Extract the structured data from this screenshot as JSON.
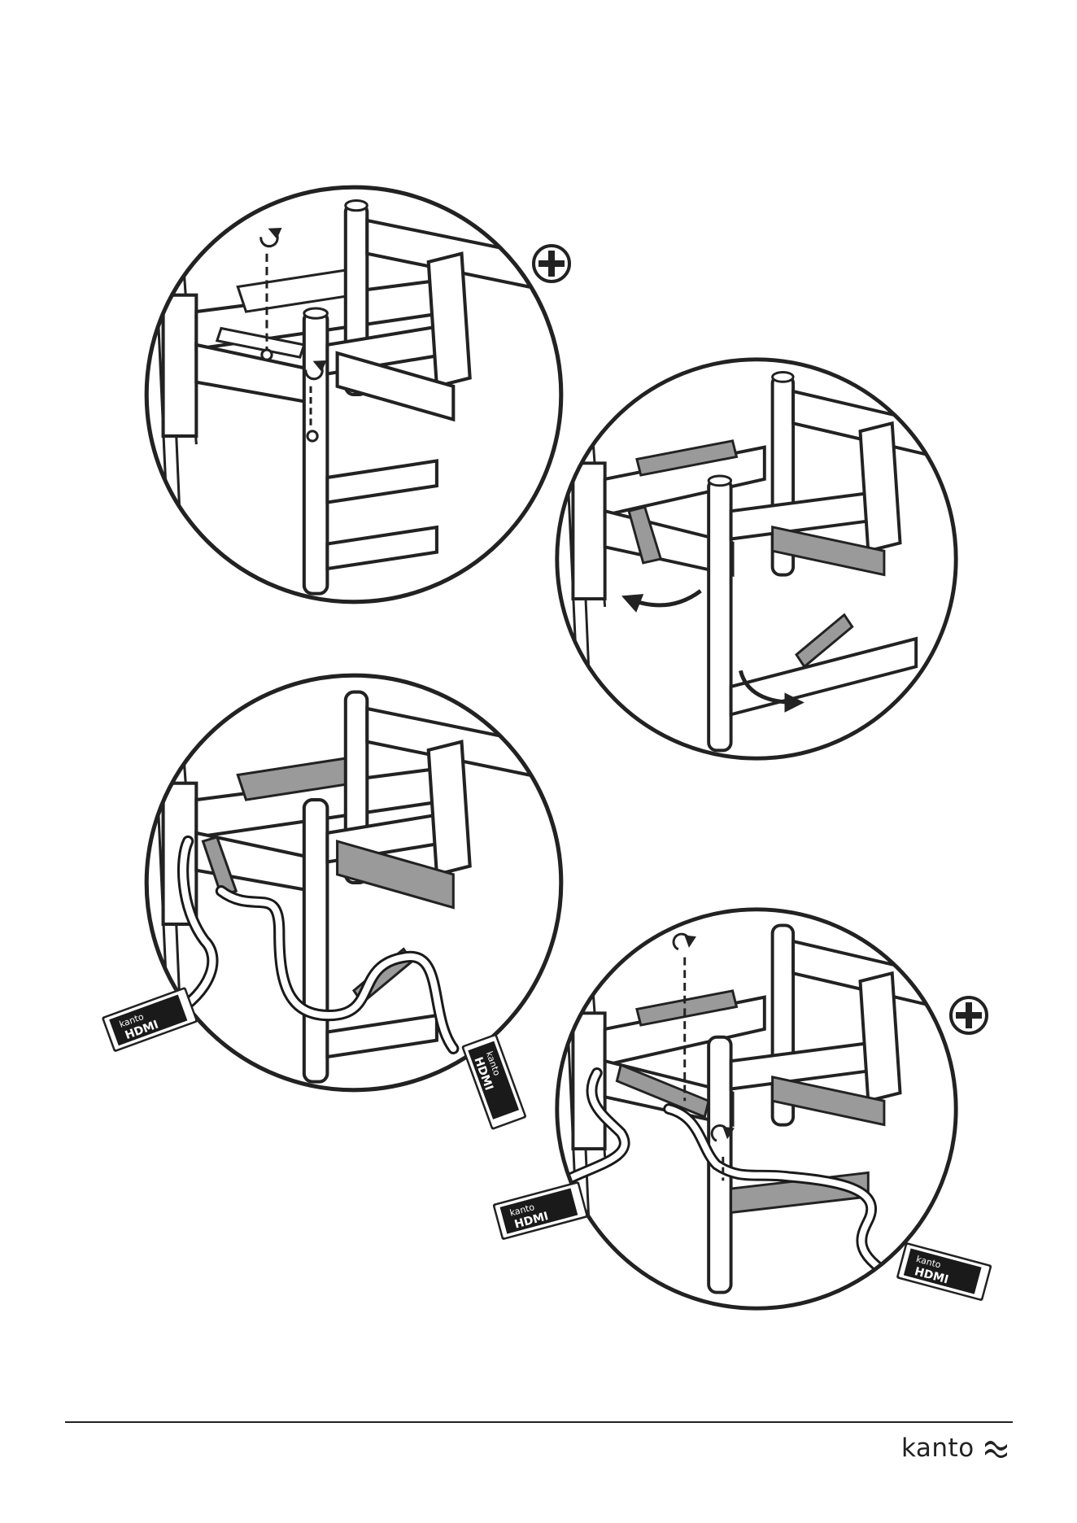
{
  "page": {
    "title": ""
  },
  "steps": [
    {
      "id": "step-1",
      "tool": "phillips-screwdriver-icon",
      "action": "loosen-screws"
    },
    {
      "id": "step-2",
      "action": "open-cable-clips"
    },
    {
      "id": "step-3",
      "action": "route-hdmi-cable"
    },
    {
      "id": "step-4",
      "tool": "phillips-screwdriver-icon",
      "action": "tighten-screws"
    }
  ],
  "cable_plug": {
    "brand": "kanto",
    "label": "HDMI"
  },
  "footer": {
    "brand_name": "kanto"
  },
  "colors": {
    "ink": "#222222",
    "tray": "#9a9a9a",
    "cable": "#1a1a1a",
    "paper": "#ffffff"
  }
}
